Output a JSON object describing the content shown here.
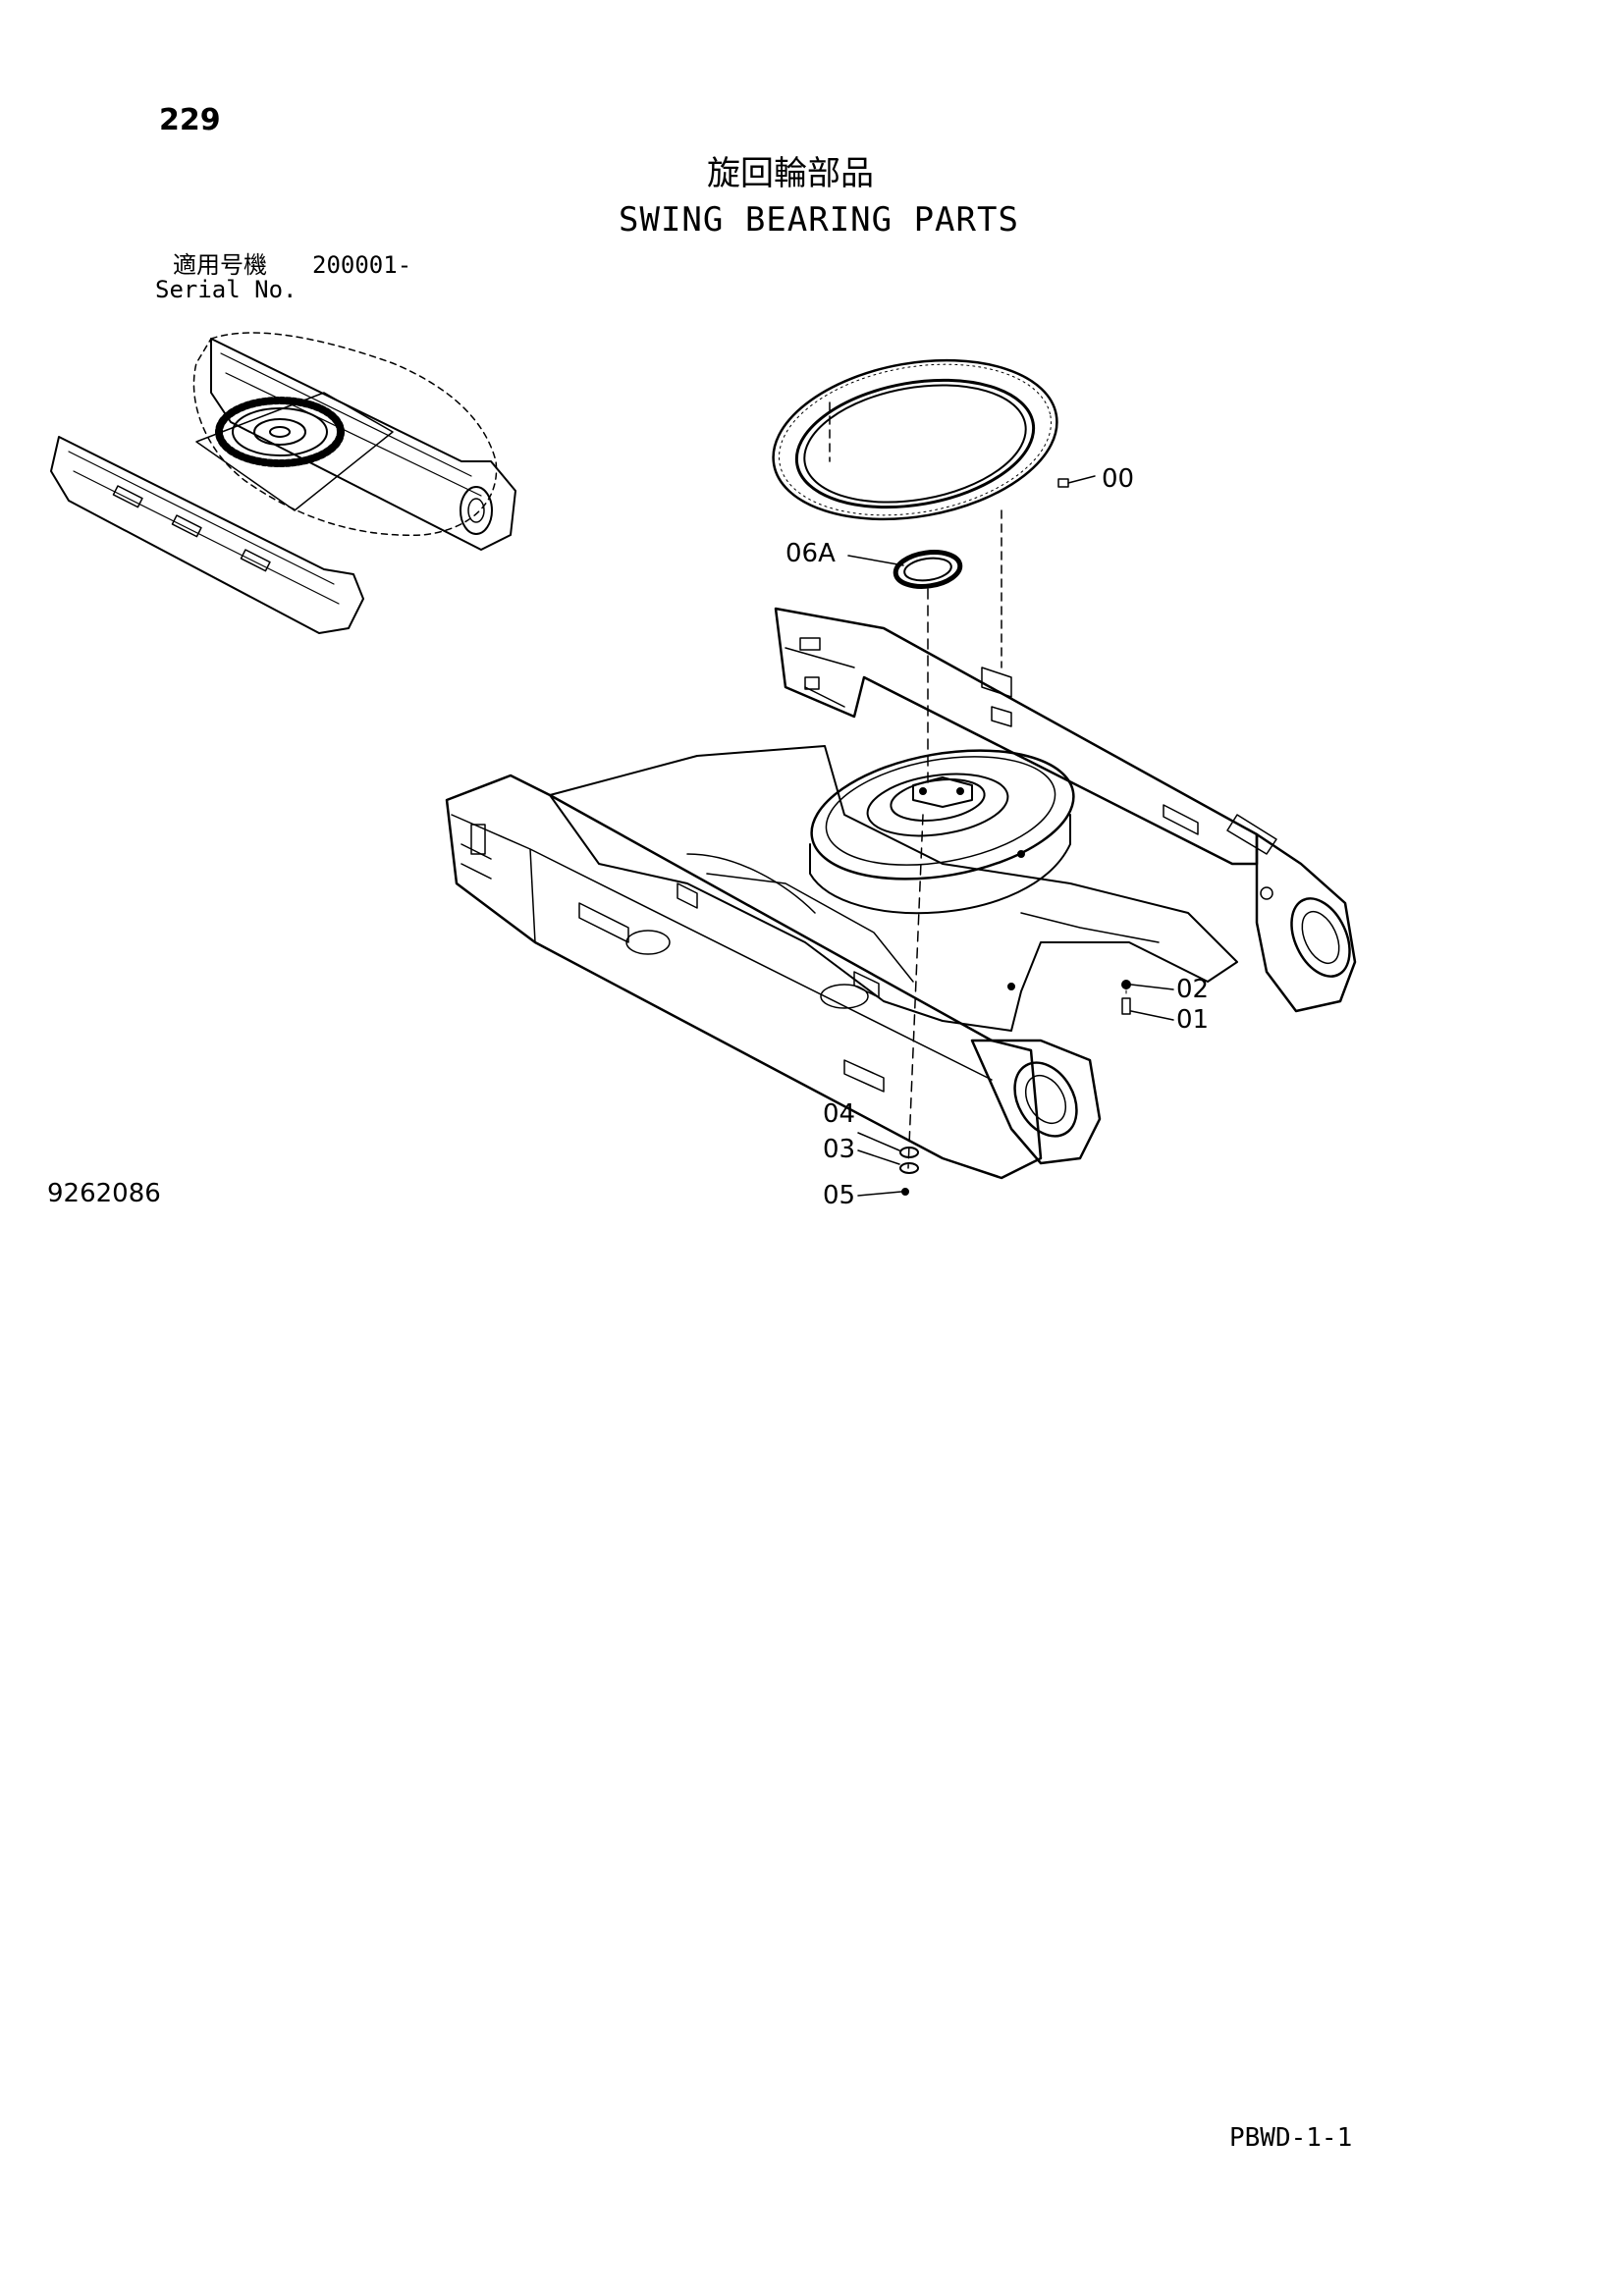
{
  "page_number": "229",
  "title_ja": "旋回輪部品",
  "title_en": "SWING BEARING PARTS",
  "serial": {
    "label_ja": "適用号機",
    "label_en": "Serial No.",
    "value": "200001-"
  },
  "drawing_number": "9262086",
  "page_code": "PBWD-1-1",
  "callouts": [
    "00",
    "06A",
    "02",
    "01",
    "04",
    "03",
    "05"
  ]
}
